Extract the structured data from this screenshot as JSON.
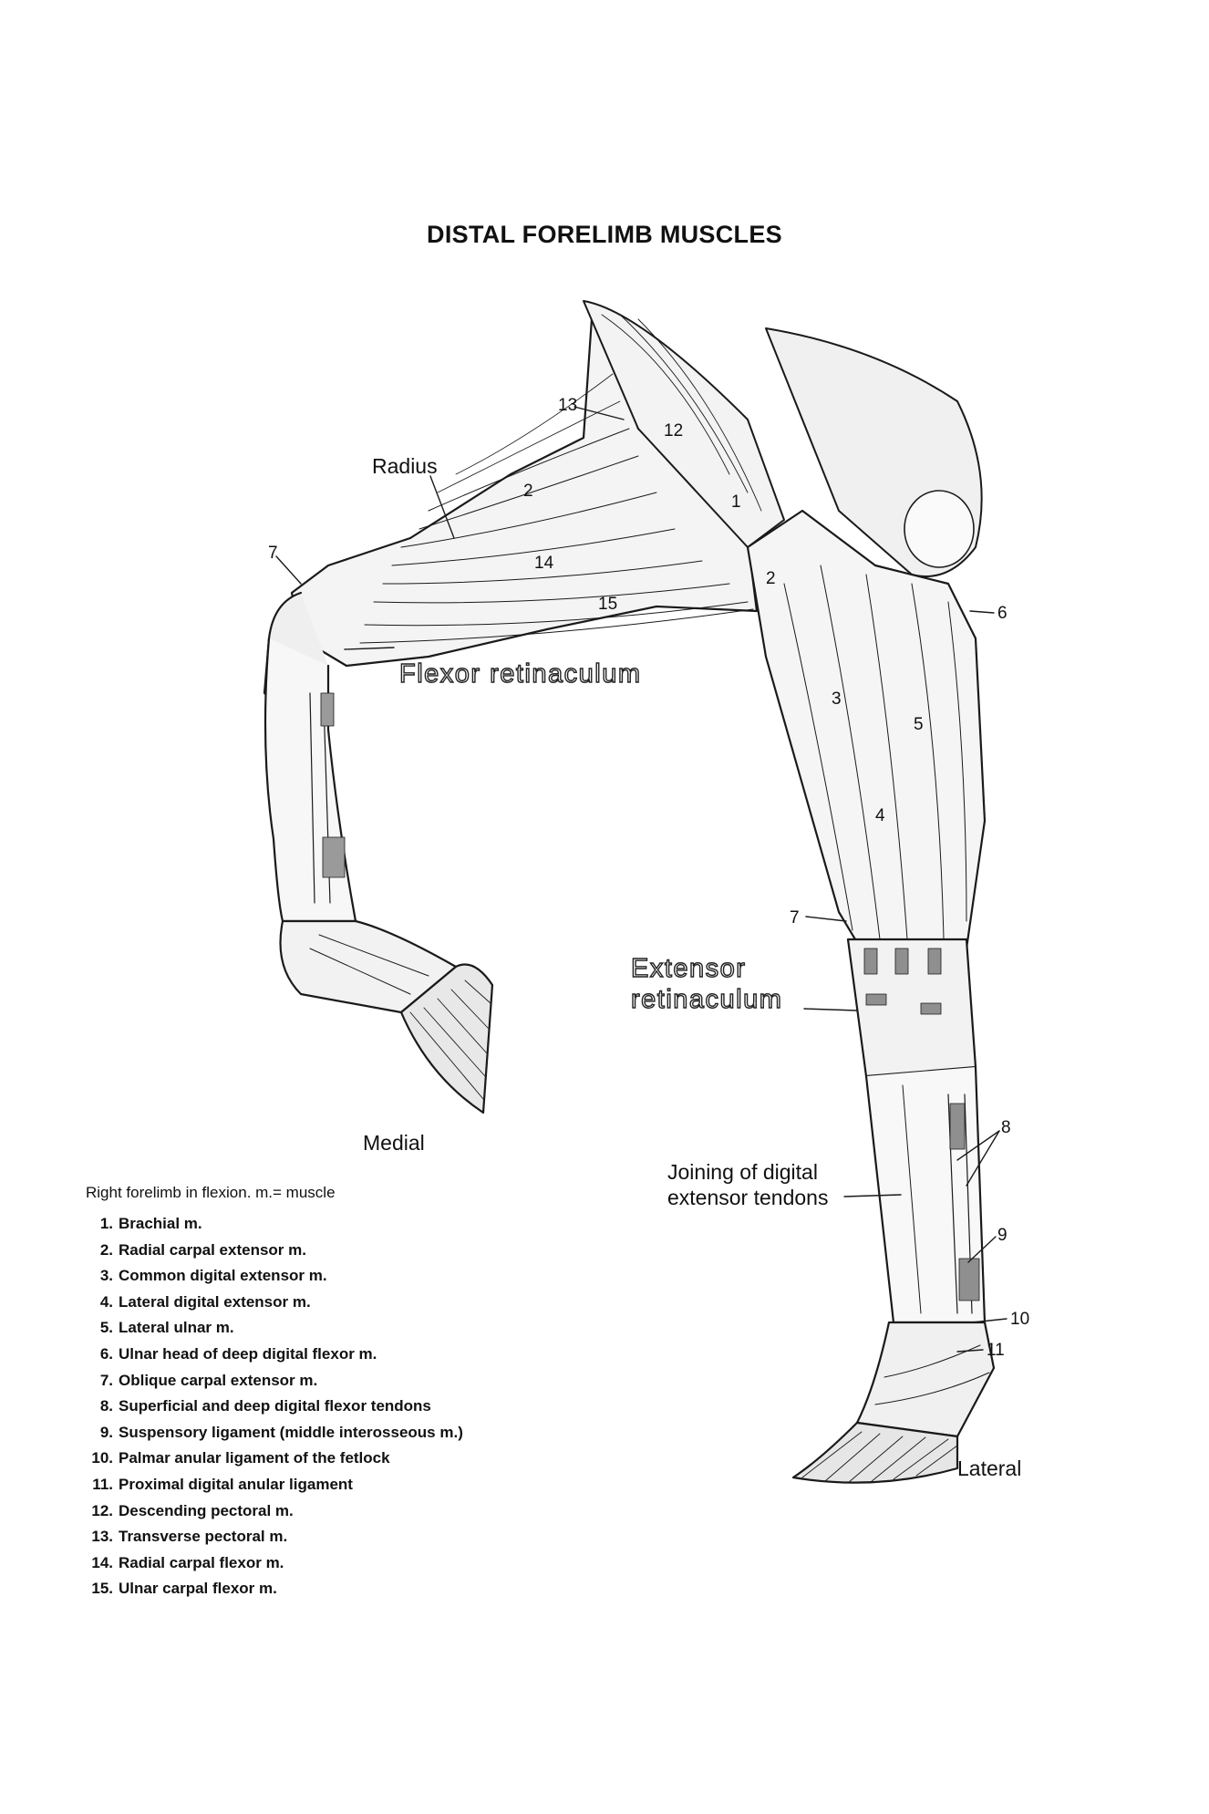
{
  "title": "DISTAL FORELIMB MUSCLES",
  "labels": {
    "radius": "Radius",
    "flexor_retinaculum": "Flexor retinaculum",
    "extensor_retinaculum_line1": "Extensor",
    "extensor_retinaculum_line2": "retinaculum",
    "medial": "Medial",
    "lateral": "Lateral",
    "joining_line1": "Joining  of  digital",
    "joining_line2": "extensor  tendons"
  },
  "callouts": {
    "n1": "1",
    "n2a": "2",
    "n2b": "2",
    "n3": "3",
    "n4": "4",
    "n5": "5",
    "n6": "6",
    "n7a": "7",
    "n7b": "7",
    "n8": "8",
    "n9": "9",
    "n10": "10",
    "n11": "11",
    "n12": "12",
    "n13": "13",
    "n14": "14",
    "n15": "15"
  },
  "caption": "Right forelimb in flexion. m.= muscle",
  "legend": [
    {
      "num": "1.",
      "text": "Brachial m."
    },
    {
      "num": "2.",
      "text": "Radial carpal extensor m."
    },
    {
      "num": "3.",
      "text": "Common digital extensor m."
    },
    {
      "num": "4.",
      "text": "Lateral digital extensor m."
    },
    {
      "num": "5.",
      "text": "Lateral ulnar m."
    },
    {
      "num": "6.",
      "text": "Ulnar head of deep digital flexor m."
    },
    {
      "num": "7.",
      "text": "Oblique carpal extensor m."
    },
    {
      "num": "8.",
      "text": "Superficial and deep digital flexor tendons"
    },
    {
      "num": "9.",
      "text": "Suspensory ligament (middle interosseous m.)"
    },
    {
      "num": "10.",
      "text": "Palmar anular ligament of the fetlock"
    },
    {
      "num": "11.",
      "text": "Proximal digital anular ligament"
    },
    {
      "num": "12.",
      "text": "Descending pectoral m."
    },
    {
      "num": "13.",
      "text": "Transverse pectoral m."
    },
    {
      "num": "14.",
      "text": "Radial carpal flexor m."
    },
    {
      "num": "15.",
      "text": "Ulnar carpal flexor m."
    }
  ]
}
